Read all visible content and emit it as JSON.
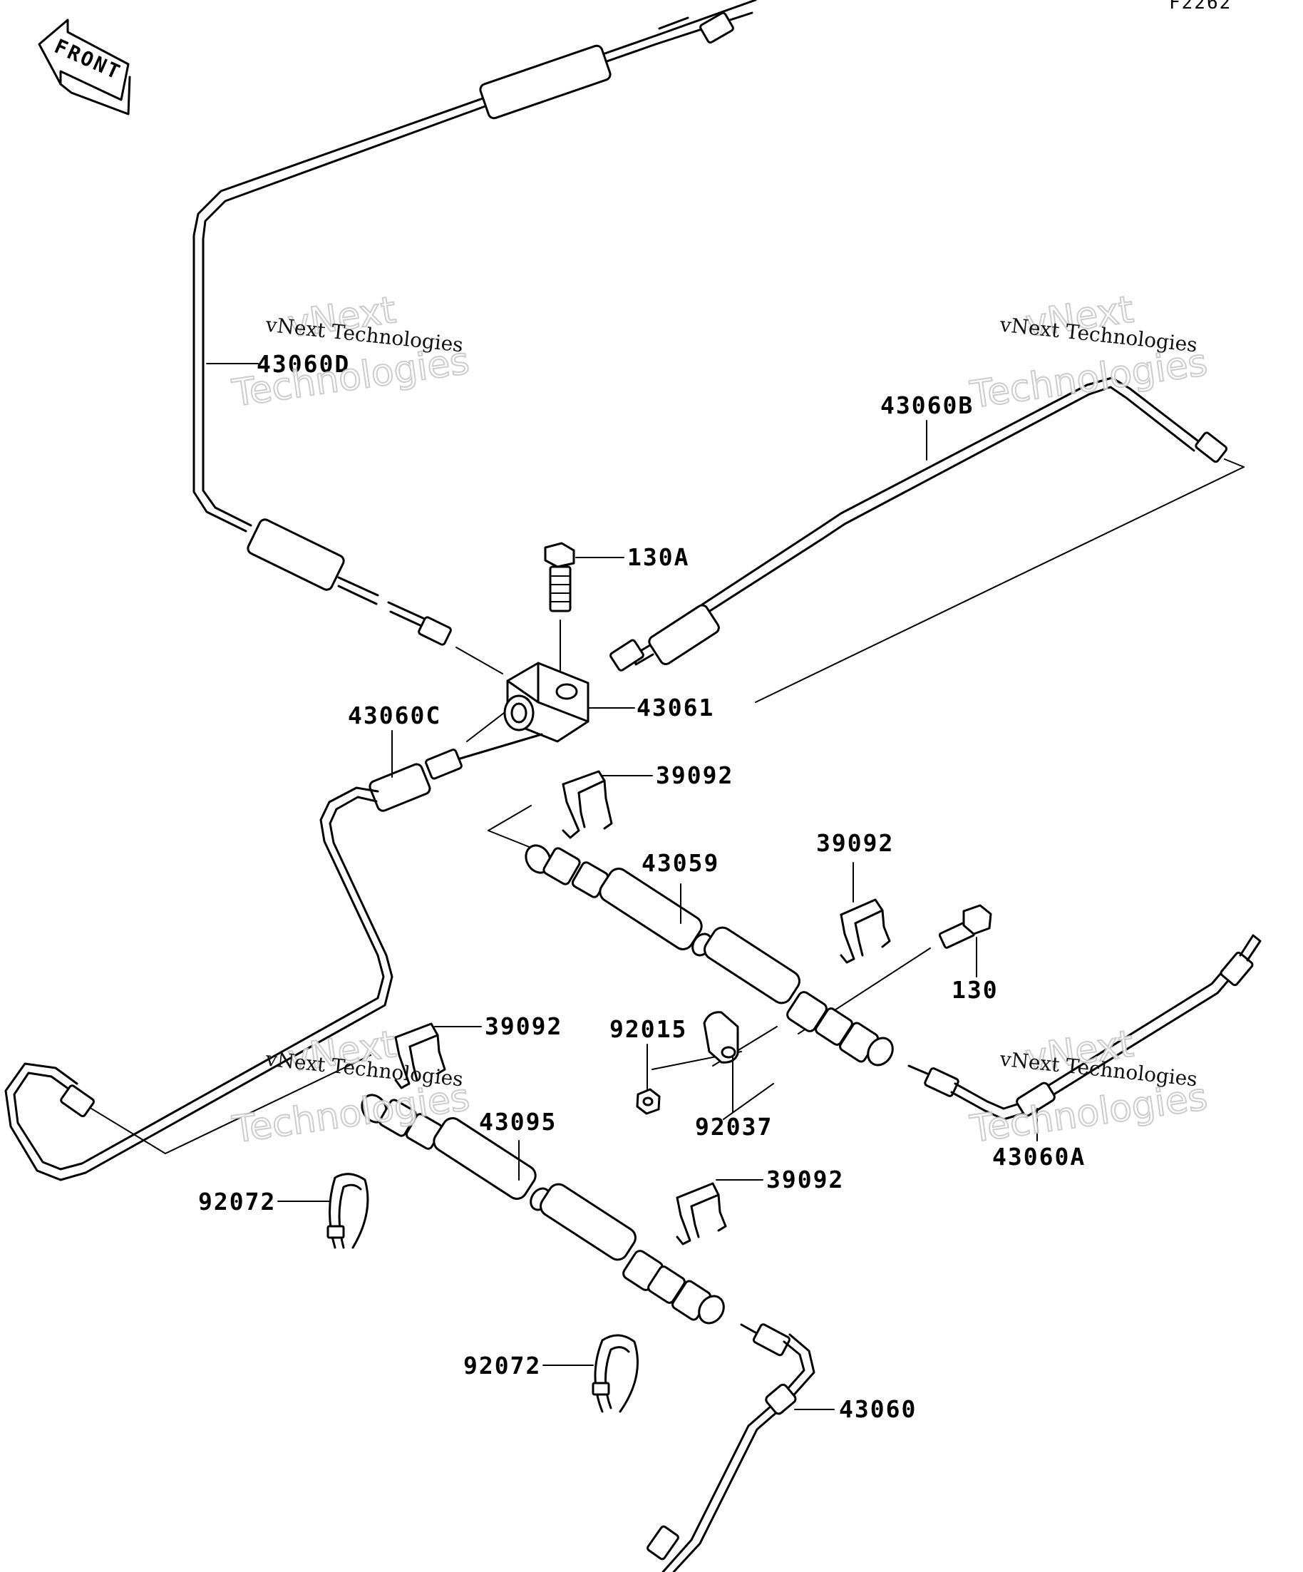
{
  "diagram": {
    "figure_code": "F2262",
    "front_label": "FRONT",
    "part_labels": [
      "43060D",
      "43060B",
      "130A",
      "43061",
      "43060C",
      "39092",
      "43059",
      "39092",
      "130",
      "92015",
      "92037",
      "39092",
      "43095",
      "43060A",
      "92072",
      "39092",
      "92072",
      "43060"
    ],
    "watermark": {
      "line1": "vNext Technologies",
      "line2": "vNext",
      "line3": "Technologies"
    }
  }
}
